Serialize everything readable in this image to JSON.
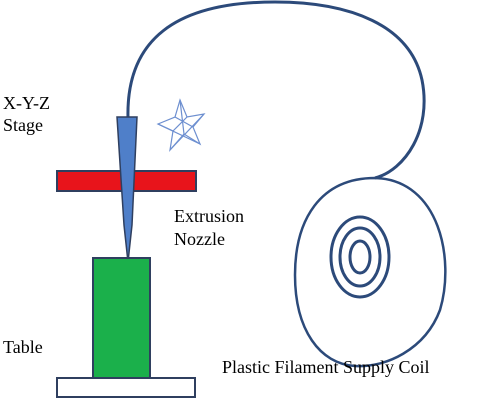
{
  "labels": {
    "stage_line1": "X-Y-Z",
    "stage_line2": "Stage",
    "nozzle_line1": "Extrusion",
    "nozzle_line2": "Nozzle",
    "table": "Table",
    "coil": "Plastic Filament Supply Coil"
  },
  "colors": {
    "filament": "#2c4a7a",
    "nozzle_fill": "#4f7fc9",
    "stage_bar": "#e8141b",
    "table_column": "#1bb04b",
    "outline": "#2f3f5f",
    "heat_icon": "#6d8fd0"
  },
  "icons": {
    "heat": "star-burst-icon"
  }
}
